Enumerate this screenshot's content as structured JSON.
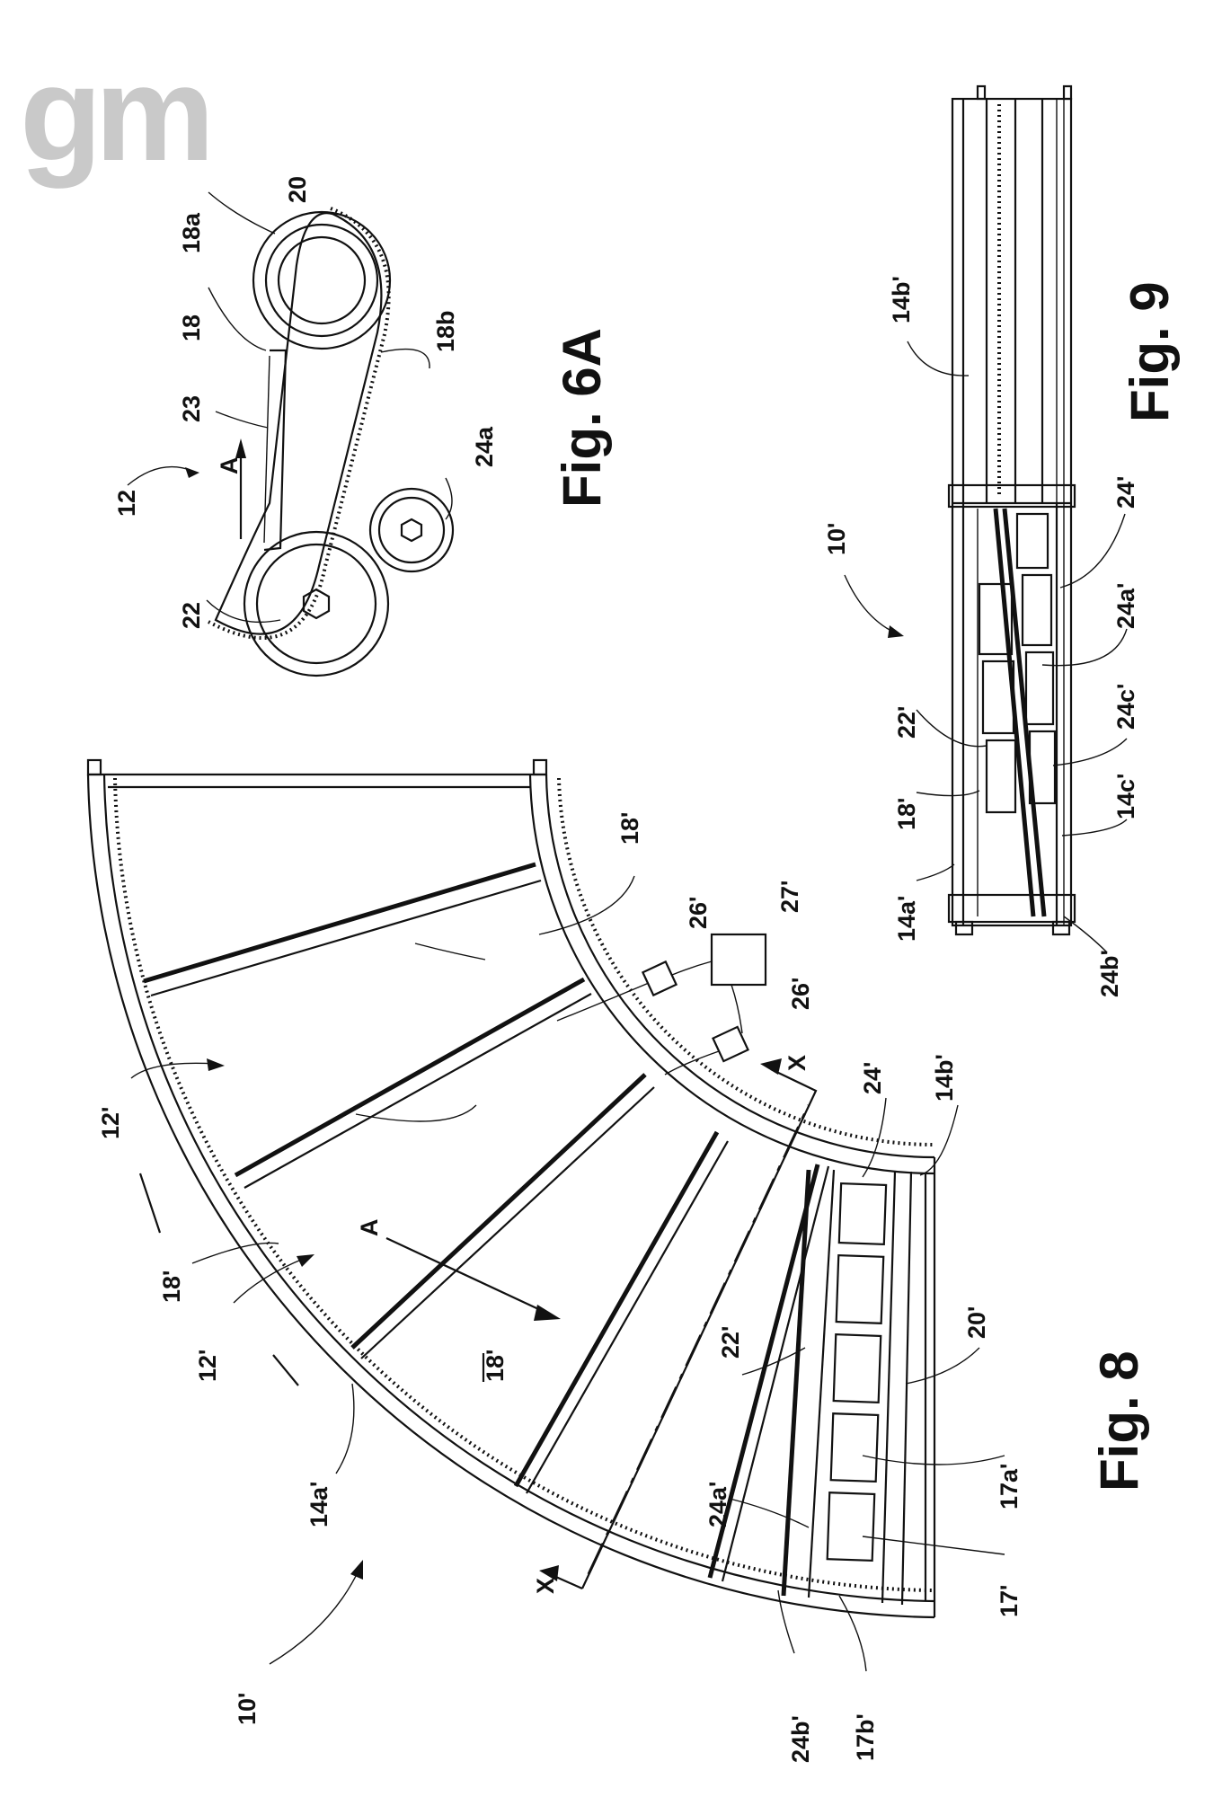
{
  "logo": {
    "text": "gm"
  },
  "fig6a": {
    "title": "Fig. 6A",
    "labels": {
      "l12": "12",
      "l18": "18",
      "l18a": "18a",
      "l18b": "18b",
      "l20": "20",
      "l22": "22",
      "l23": "23",
      "l24a": "24a",
      "lA": "A"
    }
  },
  "fig9": {
    "title": "Fig. 9",
    "labels": {
      "l10": "10'",
      "l14b": "14b'",
      "l24": "24'",
      "l24a": "24a'",
      "l24c": "24c'",
      "l14c": "14c'",
      "l24b": "24b'",
      "l14a": "14a'",
      "l18": "18'",
      "l22": "22'"
    }
  },
  "fig8": {
    "title": "Fig. 8",
    "labels": {
      "l10": "10'",
      "l12a": "12'",
      "l12b": "12'",
      "l18a": "18'",
      "l18b": "18'",
      "l18c": "18'",
      "l26a": "26'",
      "l26b": "26'",
      "l27": "27'",
      "lXa": "X",
      "lXb": "X",
      "l24a": "24'",
      "l14b": "14b'",
      "l20": "20'",
      "l17a": "17a'",
      "l17": "17'",
      "l17b": "17b'",
      "l24b": "24b'",
      "l24aa": "24a'",
      "l22": "22'",
      "l14a": "14a'",
      "lA": "A"
    }
  }
}
